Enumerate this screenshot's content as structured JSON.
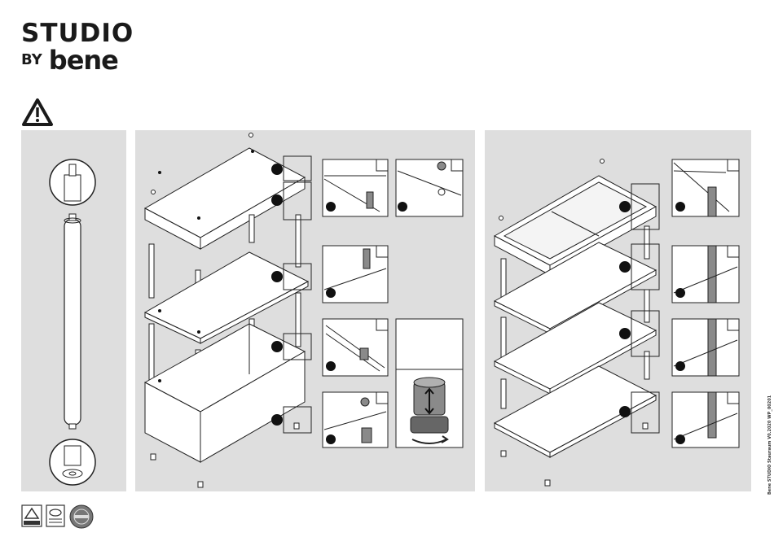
{
  "brand": {
    "line1": "STUDIO",
    "line2": "BY",
    "wordmark": "bene"
  },
  "icons": {
    "warning": "warning-triangle-icon",
    "cert_1": "gs-safety-mark-icon",
    "cert_2": "quality-mark-icon",
    "cert_3": "round-seal-icon"
  },
  "side_note": "Bene STUDIO Stauraum V0.2020 WP_00201",
  "colors": {
    "panel": "#dedede",
    "line": "#222222",
    "rod": "#8a8a8a"
  }
}
